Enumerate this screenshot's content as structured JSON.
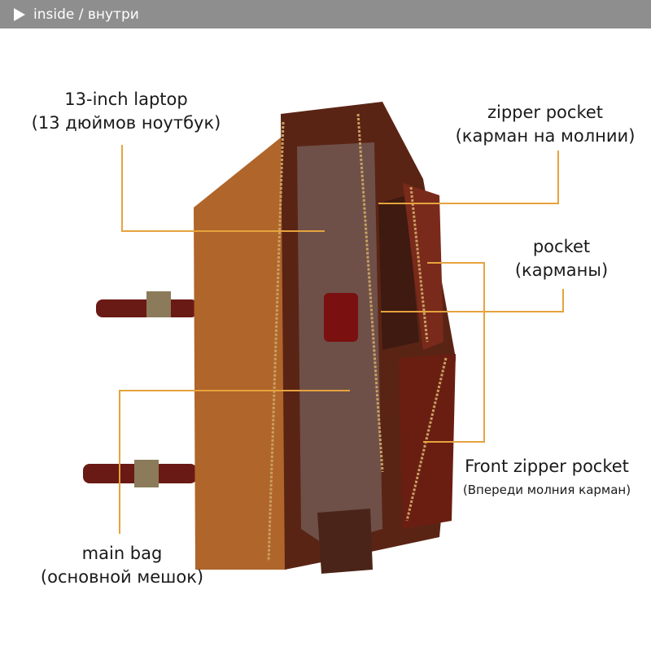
{
  "header": {
    "title": "inside / внутри",
    "icon": "play-triangle-icon",
    "bg": "#8e8e8e"
  },
  "callouts": {
    "laptop": {
      "en": "13-inch laptop",
      "ru": "(13 дюймов ноутбук)"
    },
    "zipper_pocket": {
      "en": "zipper pocket",
      "ru": "(карман на молнии)"
    },
    "pocket": {
      "en": "pocket",
      "ru": "(карманы)"
    },
    "front_zipper_pocket": {
      "en": "Front zipper pocket",
      "ru": "(Впереди молния карман)"
    },
    "main_bag": {
      "en": "main bag",
      "ru": "(основной мешок)"
    }
  },
  "line_color": "#e6a33e"
}
